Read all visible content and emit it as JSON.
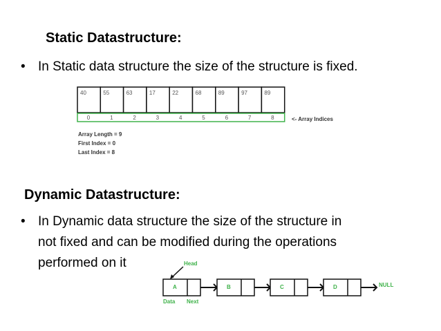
{
  "static": {
    "heading": "Static Datastructure:",
    "bullet": "In Static data structure the size of the structure is fixed.",
    "array_values": [
      "40",
      "55",
      "63",
      "17",
      "22",
      "68",
      "89",
      "97",
      "89"
    ],
    "array_indices": [
      "0",
      "1",
      "2",
      "3",
      "4",
      "5",
      "6",
      "7",
      "8"
    ],
    "indices_label": "<- Array Indices",
    "notes": [
      "Array Length = 9",
      "First Index = 0",
      "Last Index = 8"
    ]
  },
  "dynamic": {
    "heading": "Dynamic Datastructure:",
    "bullet_lines": [
      "In Dynamic data structure the size of the structure in",
      "not fixed and can be modified during the operations",
      "performed on it"
    ],
    "head_label": "Head",
    "nodes": [
      "A",
      "B",
      "C",
      "D"
    ],
    "null_label": "NULL",
    "data_label": "Data",
    "next_label": "Next"
  },
  "colors": {
    "green": "#3fb24a",
    "text": "#000000"
  }
}
